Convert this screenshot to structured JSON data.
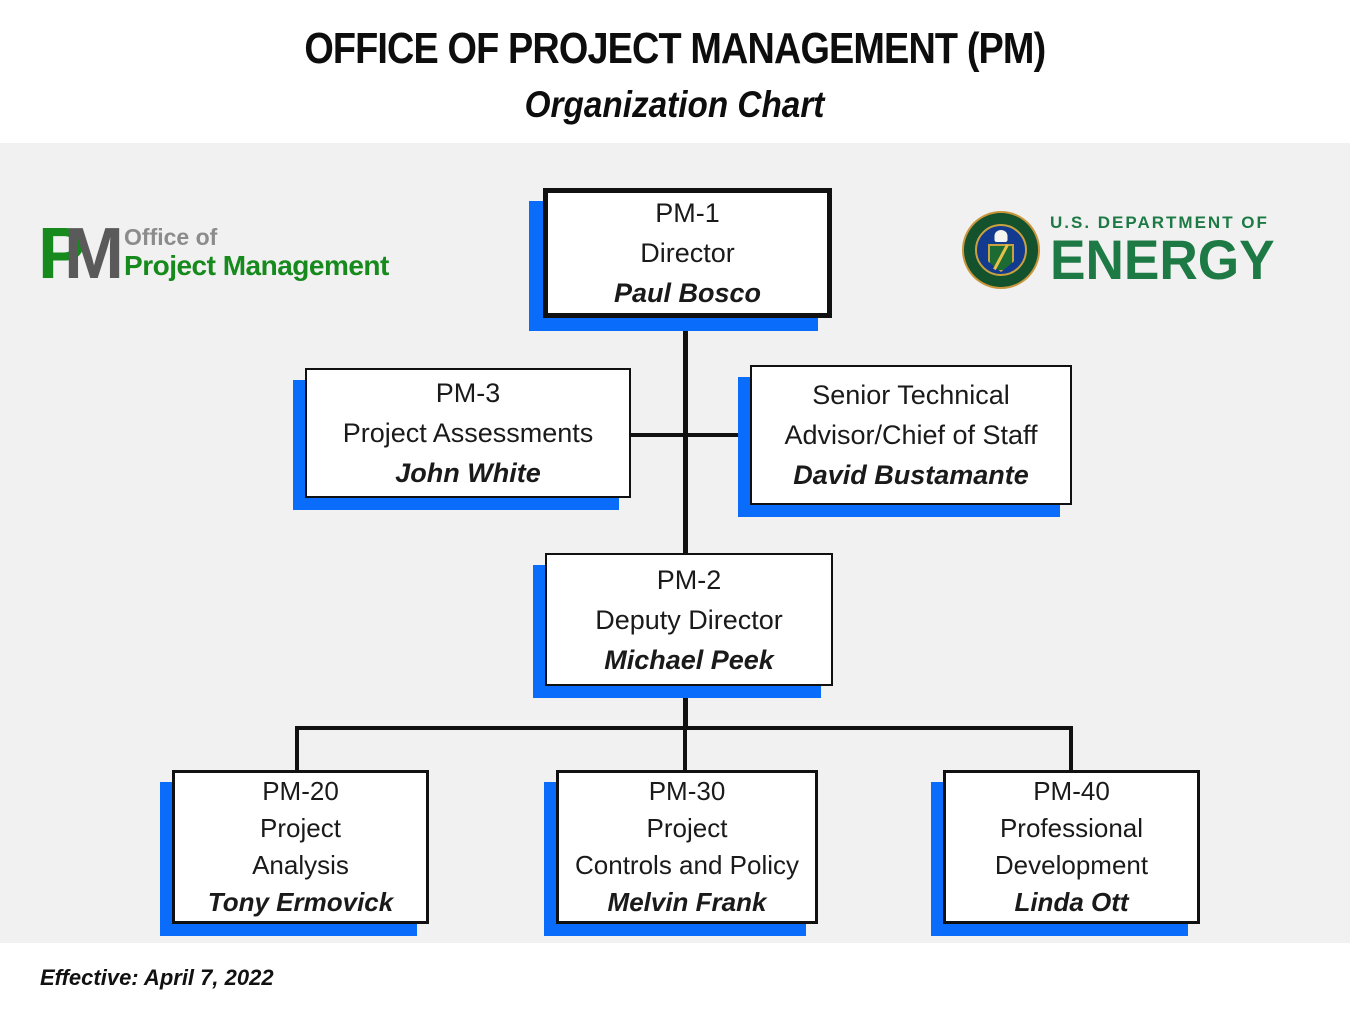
{
  "page": {
    "title": "OFFICE OF PROJECT MANAGEMENT (PM)",
    "subtitle": "Organization Chart",
    "effective_note": "Effective: April 7, 2022"
  },
  "pm_logo": {
    "monogram_p": "P",
    "monogram_m": "M",
    "line1": "Office of",
    "line2": "Project Management"
  },
  "doe_logo": {
    "line1": "U.S. DEPARTMENT OF",
    "line2": "ENERGY"
  },
  "org": {
    "pm1": {
      "lines": [
        "PM-1",
        "Director"
      ],
      "name": "Paul Bosco"
    },
    "pm3": {
      "lines": [
        "PM-3",
        "Project Assessments"
      ],
      "name": "John White"
    },
    "sta": {
      "lines": [
        "Senior Technical",
        "Advisor/Chief of Staff"
      ],
      "name": "David Bustamante"
    },
    "pm2": {
      "lines": [
        "PM-2",
        "Deputy Director"
      ],
      "name": "Michael Peek"
    },
    "pm20": {
      "lines": [
        "PM-20",
        "Project",
        "Analysis"
      ],
      "name": "Tony Ermovick"
    },
    "pm30": {
      "lines": [
        "PM-30",
        "Project",
        "Controls and Policy"
      ],
      "name": "Melvin Frank"
    },
    "pm40": {
      "lines": [
        "PM-40",
        "Professional",
        "Development"
      ],
      "name": "Linda Ott"
    }
  },
  "colors": {
    "accent_blue": "#0a6cfb",
    "pm_green": "#178a1d",
    "pm_gray": "#5a5a5a",
    "doe_green": "#1e7a45",
    "chart_background": "#f1f1f1",
    "connector_black": "#111111"
  }
}
